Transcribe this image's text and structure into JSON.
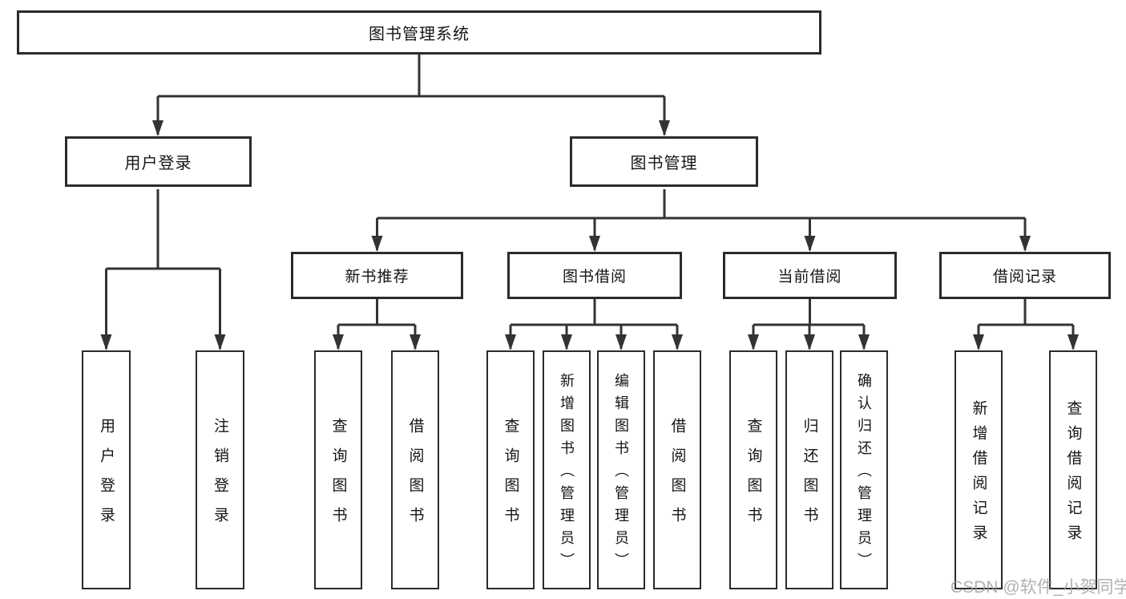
{
  "diagram": {
    "root_label": "图书管理系统",
    "nodes": {
      "user_login": "用户登录",
      "book_mgmt": "图书管理",
      "new_book_rec": "新书推荐",
      "book_borrow": "图书借阅",
      "current_borrow": "当前借阅",
      "borrow_records": "借阅记录"
    },
    "leaves": {
      "login": [
        "用户登录",
        "注销登录"
      ],
      "new_book": [
        "查询图书",
        "借阅图书"
      ],
      "borrow": [
        "查询图书",
        "新增图书（管理员）",
        "编辑图书（管理员）",
        "借阅图书"
      ],
      "current": [
        "查询图书",
        "归还图书",
        "确认归还（管理员）"
      ],
      "records": [
        "新增借阅记录",
        "查询借阅记录"
      ]
    },
    "line_color": "#333333",
    "border_color": "#2b2b2b"
  },
  "watermark": "CSDN @软件_小贺同学"
}
